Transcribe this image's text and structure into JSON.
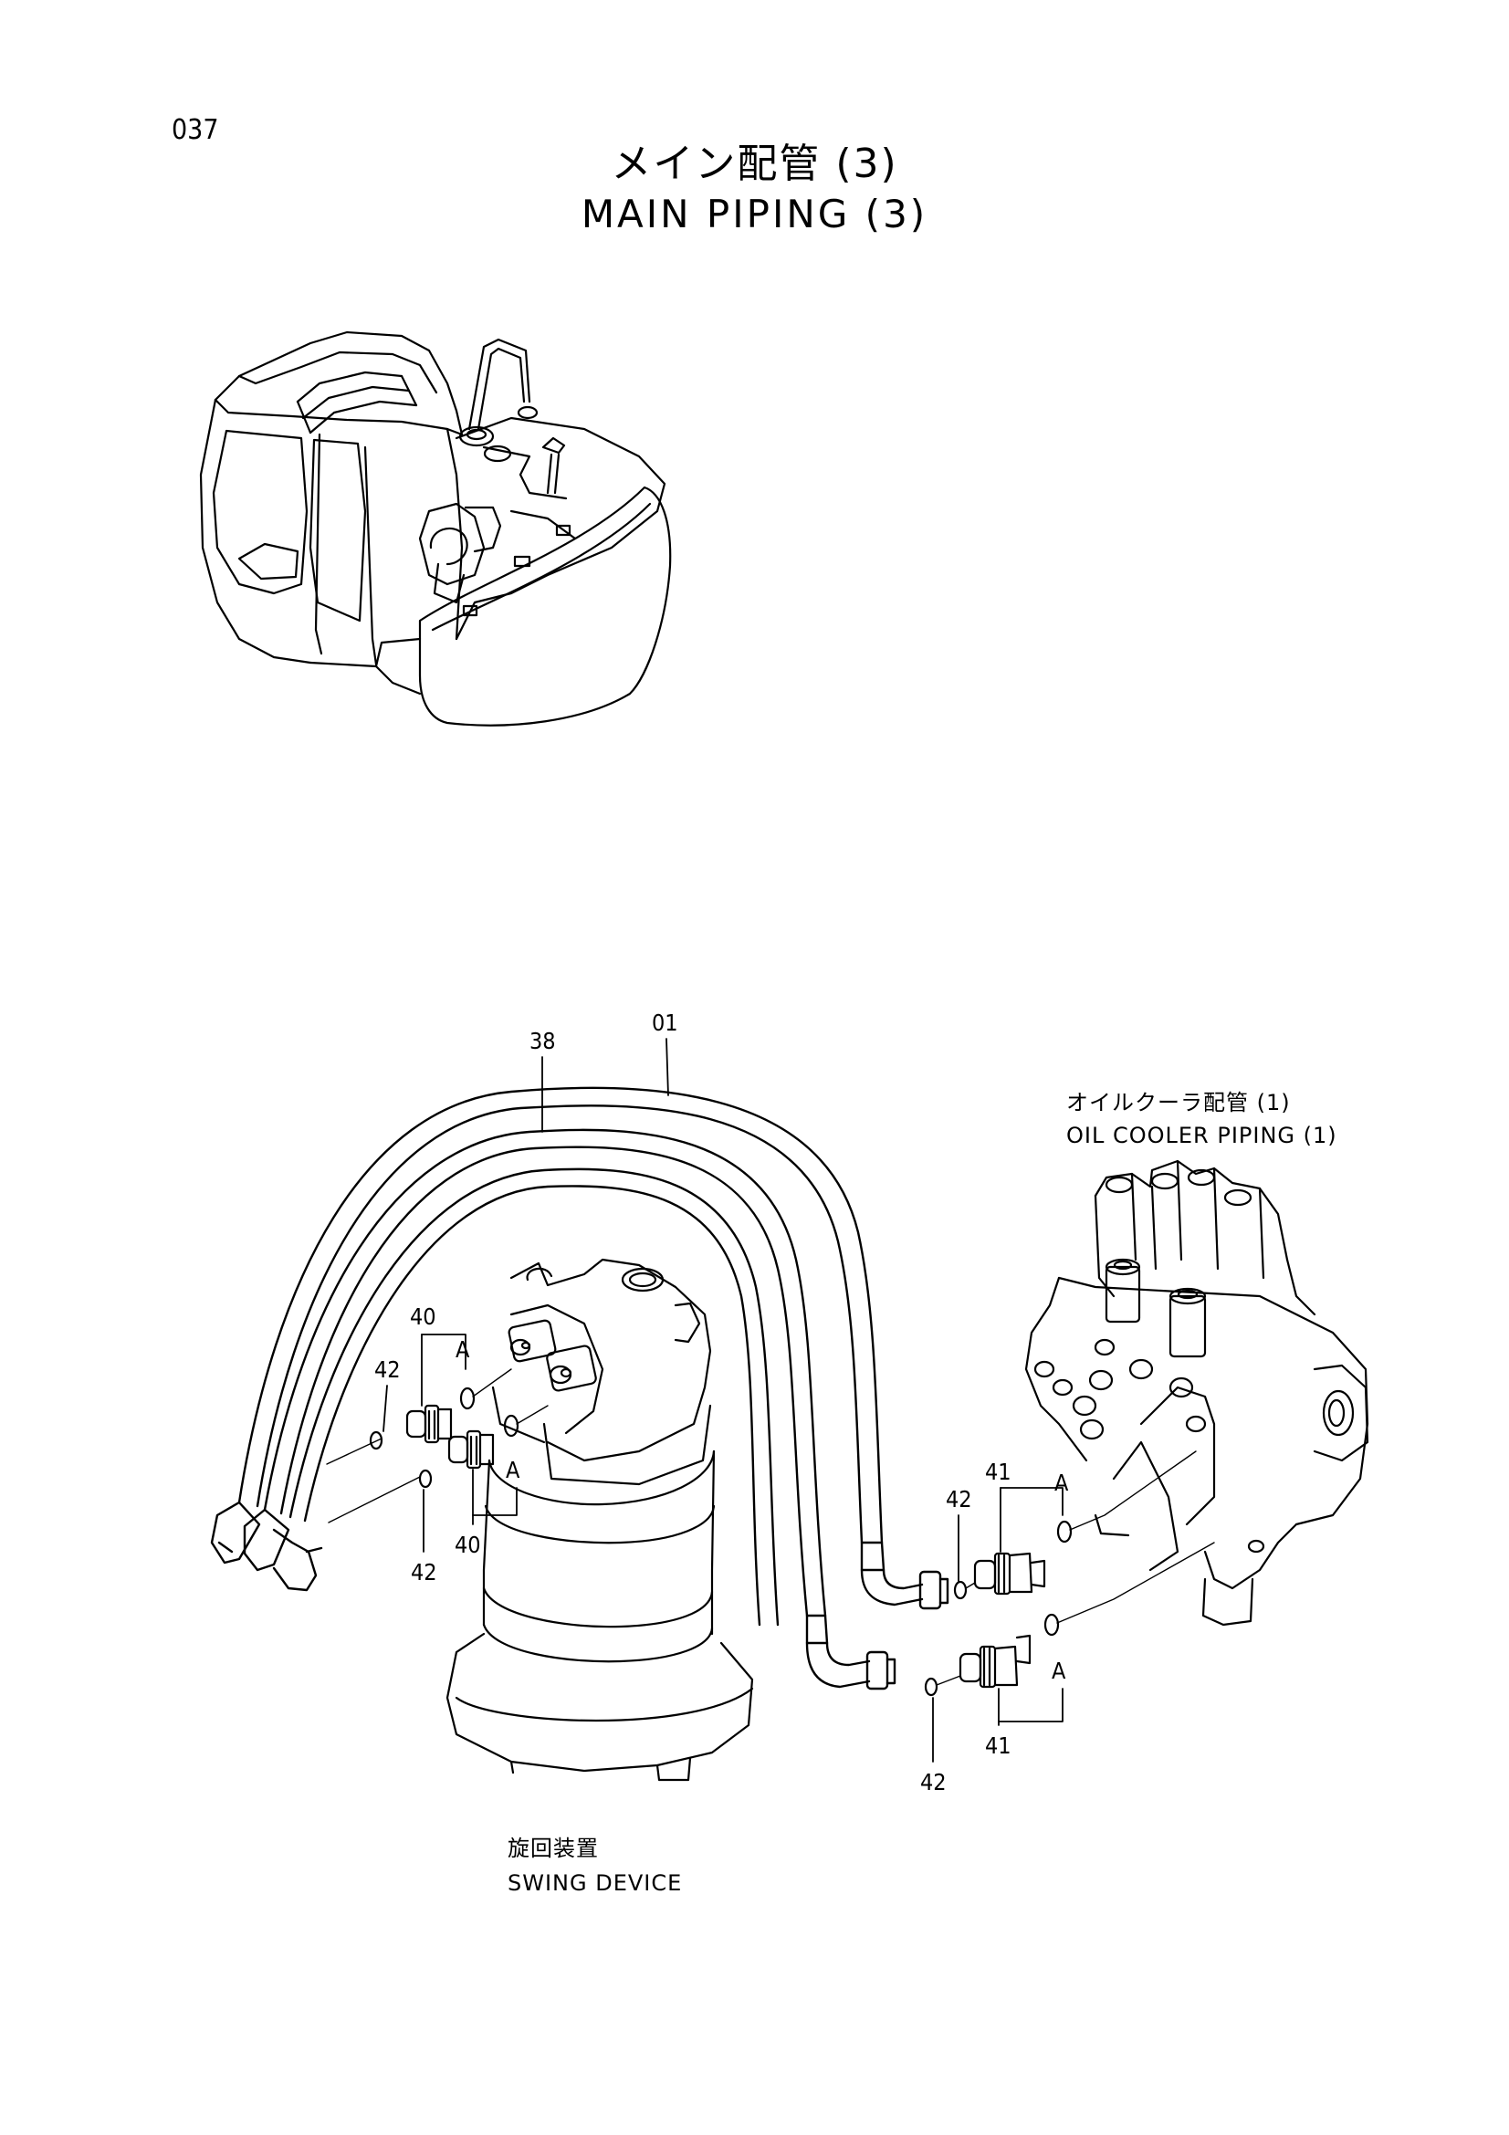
{
  "page": {
    "number": "037",
    "title_ja": "メイン配管 (3)",
    "title_en": "MAIN PIPING (3)"
  },
  "callouts": {
    "oil_cooler_ja": "オイルクーラ配管 (1)",
    "oil_cooler_en": "OIL COOLER PIPING (1)",
    "swing_device_ja": "旋回装置",
    "swing_device_en": "SWING DEVICE"
  },
  "part_numbers": {
    "p01": "01",
    "p38": "38",
    "p40_top": "40",
    "p40_bottom": "40",
    "p41_top": "41",
    "p41_bottom": "41",
    "p42_left_top": "42",
    "p42_left_bottom": "42",
    "p42_right_top": "42",
    "p42_right_bottom": "42"
  },
  "port_labels": {
    "a1": "A",
    "a2": "A",
    "a3": "A",
    "a4": "A"
  }
}
